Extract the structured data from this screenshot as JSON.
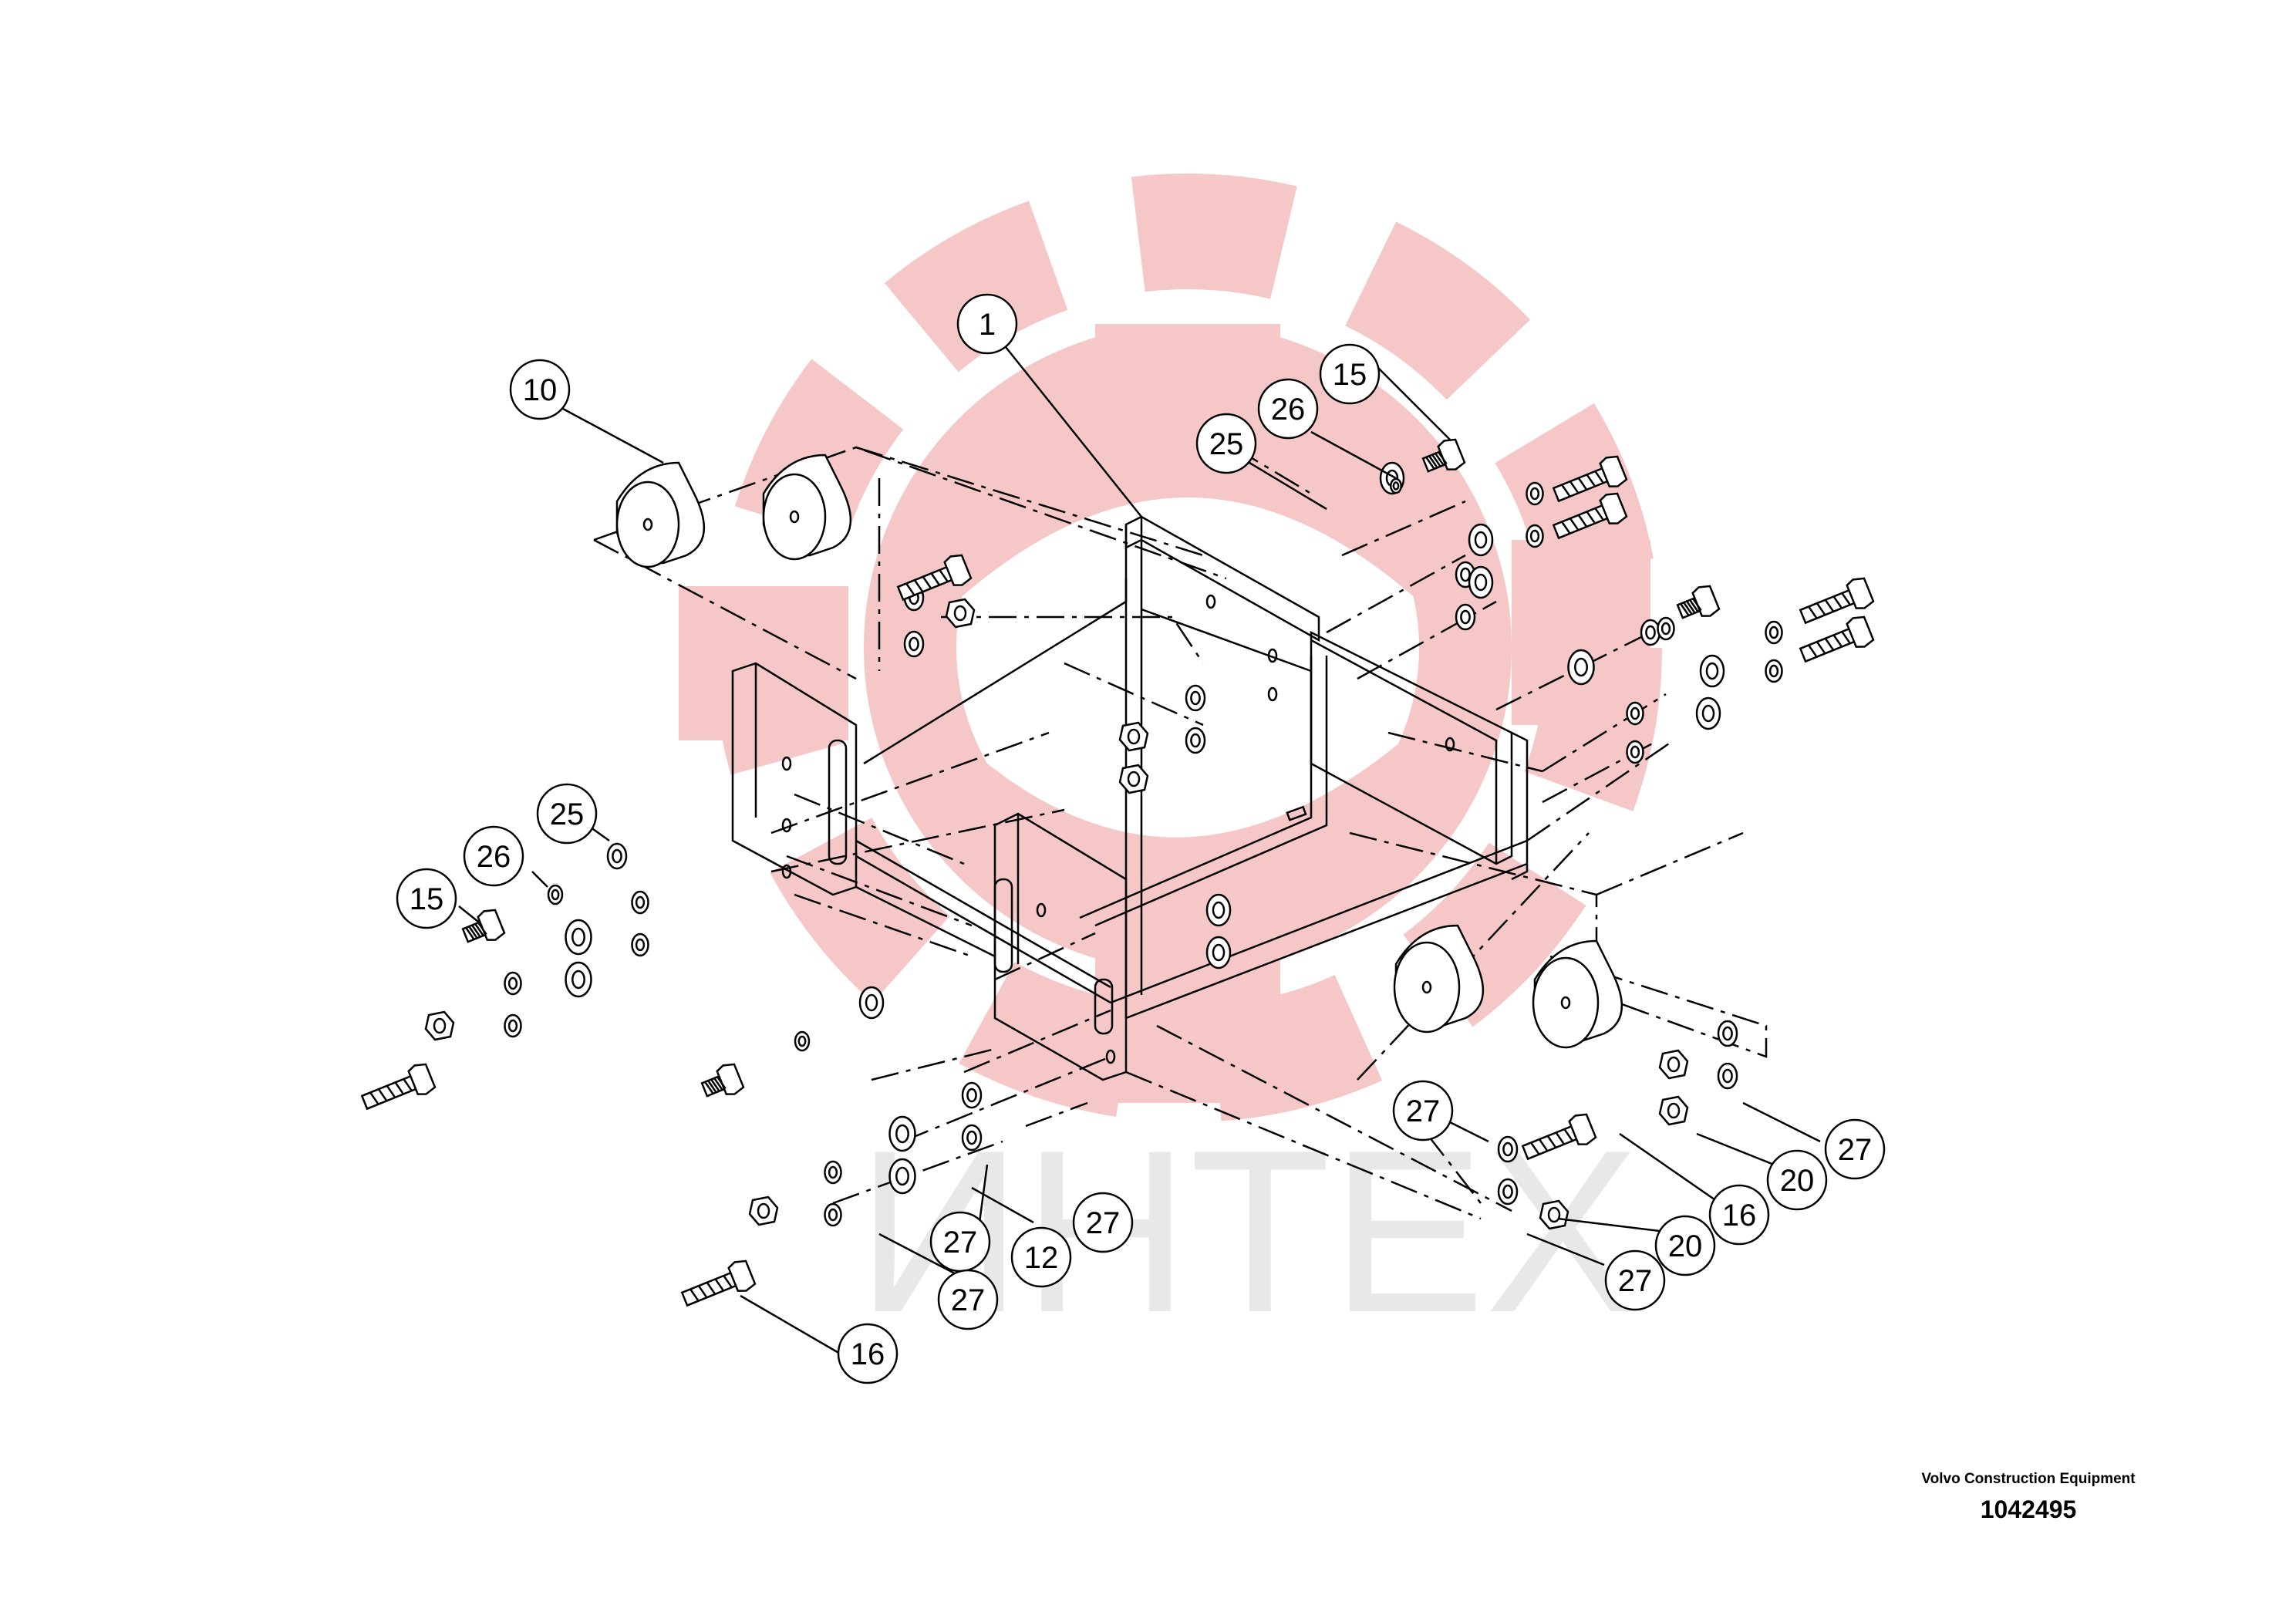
{
  "watermark": {
    "text": "ИНТЕХ",
    "gear_color": "#f6c5c5",
    "text_color": "#e8e8e8"
  },
  "callouts": [
    {
      "id": "c1",
      "label": "1"
    },
    {
      "id": "c10",
      "label": "10"
    },
    {
      "id": "c15a",
      "label": "15"
    },
    {
      "id": "c26a",
      "label": "26"
    },
    {
      "id": "c25a",
      "label": "25"
    },
    {
      "id": "c25b",
      "label": "25"
    },
    {
      "id": "c26b",
      "label": "26"
    },
    {
      "id": "c15b",
      "label": "15"
    },
    {
      "id": "c27a",
      "label": "27"
    },
    {
      "id": "c27b",
      "label": "27"
    },
    {
      "id": "c12",
      "label": "12"
    },
    {
      "id": "c27c",
      "label": "27"
    },
    {
      "id": "c16a",
      "label": "16"
    },
    {
      "id": "c27d",
      "label": "27"
    },
    {
      "id": "c16b",
      "label": "16"
    },
    {
      "id": "c20a",
      "label": "20"
    },
    {
      "id": "c20b",
      "label": "20"
    },
    {
      "id": "c27e",
      "label": "27"
    },
    {
      "id": "c27f",
      "label": "27"
    }
  ],
  "caption": {
    "manufacturer": "Volvo Construction Equipment",
    "drawing_number": "1042495"
  }
}
